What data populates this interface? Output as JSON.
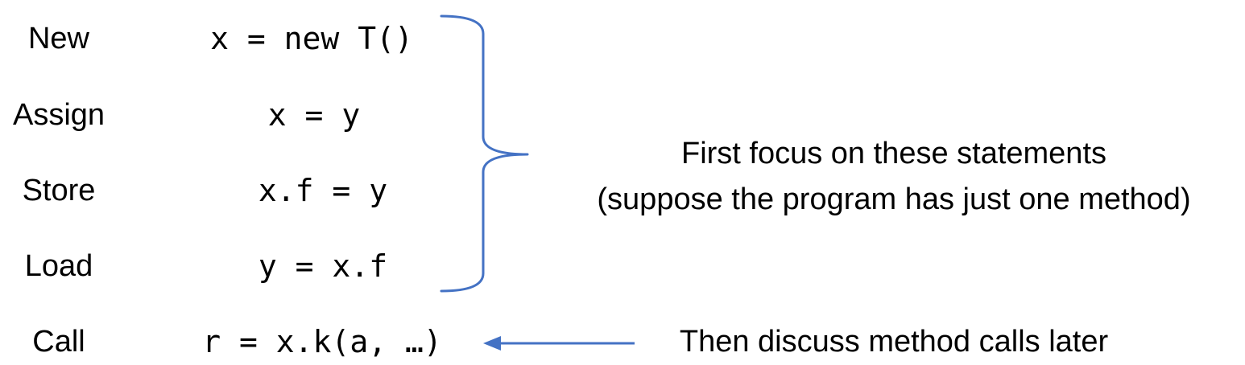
{
  "statements": [
    {
      "kind": "New",
      "code": "x = new T()"
    },
    {
      "kind": "Assign",
      "code": "x = y"
    },
    {
      "kind": "Store",
      "code": "x.f = y"
    },
    {
      "kind": "Load",
      "code": "y = x.f"
    },
    {
      "kind": "Call",
      "code": "r = x.k(a, …)"
    }
  ],
  "notes": {
    "focus_line1": "First focus on these statements",
    "focus_line2": "(suppose the program has just one method)",
    "calls_later": "Then discuss method calls later"
  },
  "colors": {
    "brace": "#4472c4",
    "arrow": "#4472c4",
    "text": "#000000"
  }
}
